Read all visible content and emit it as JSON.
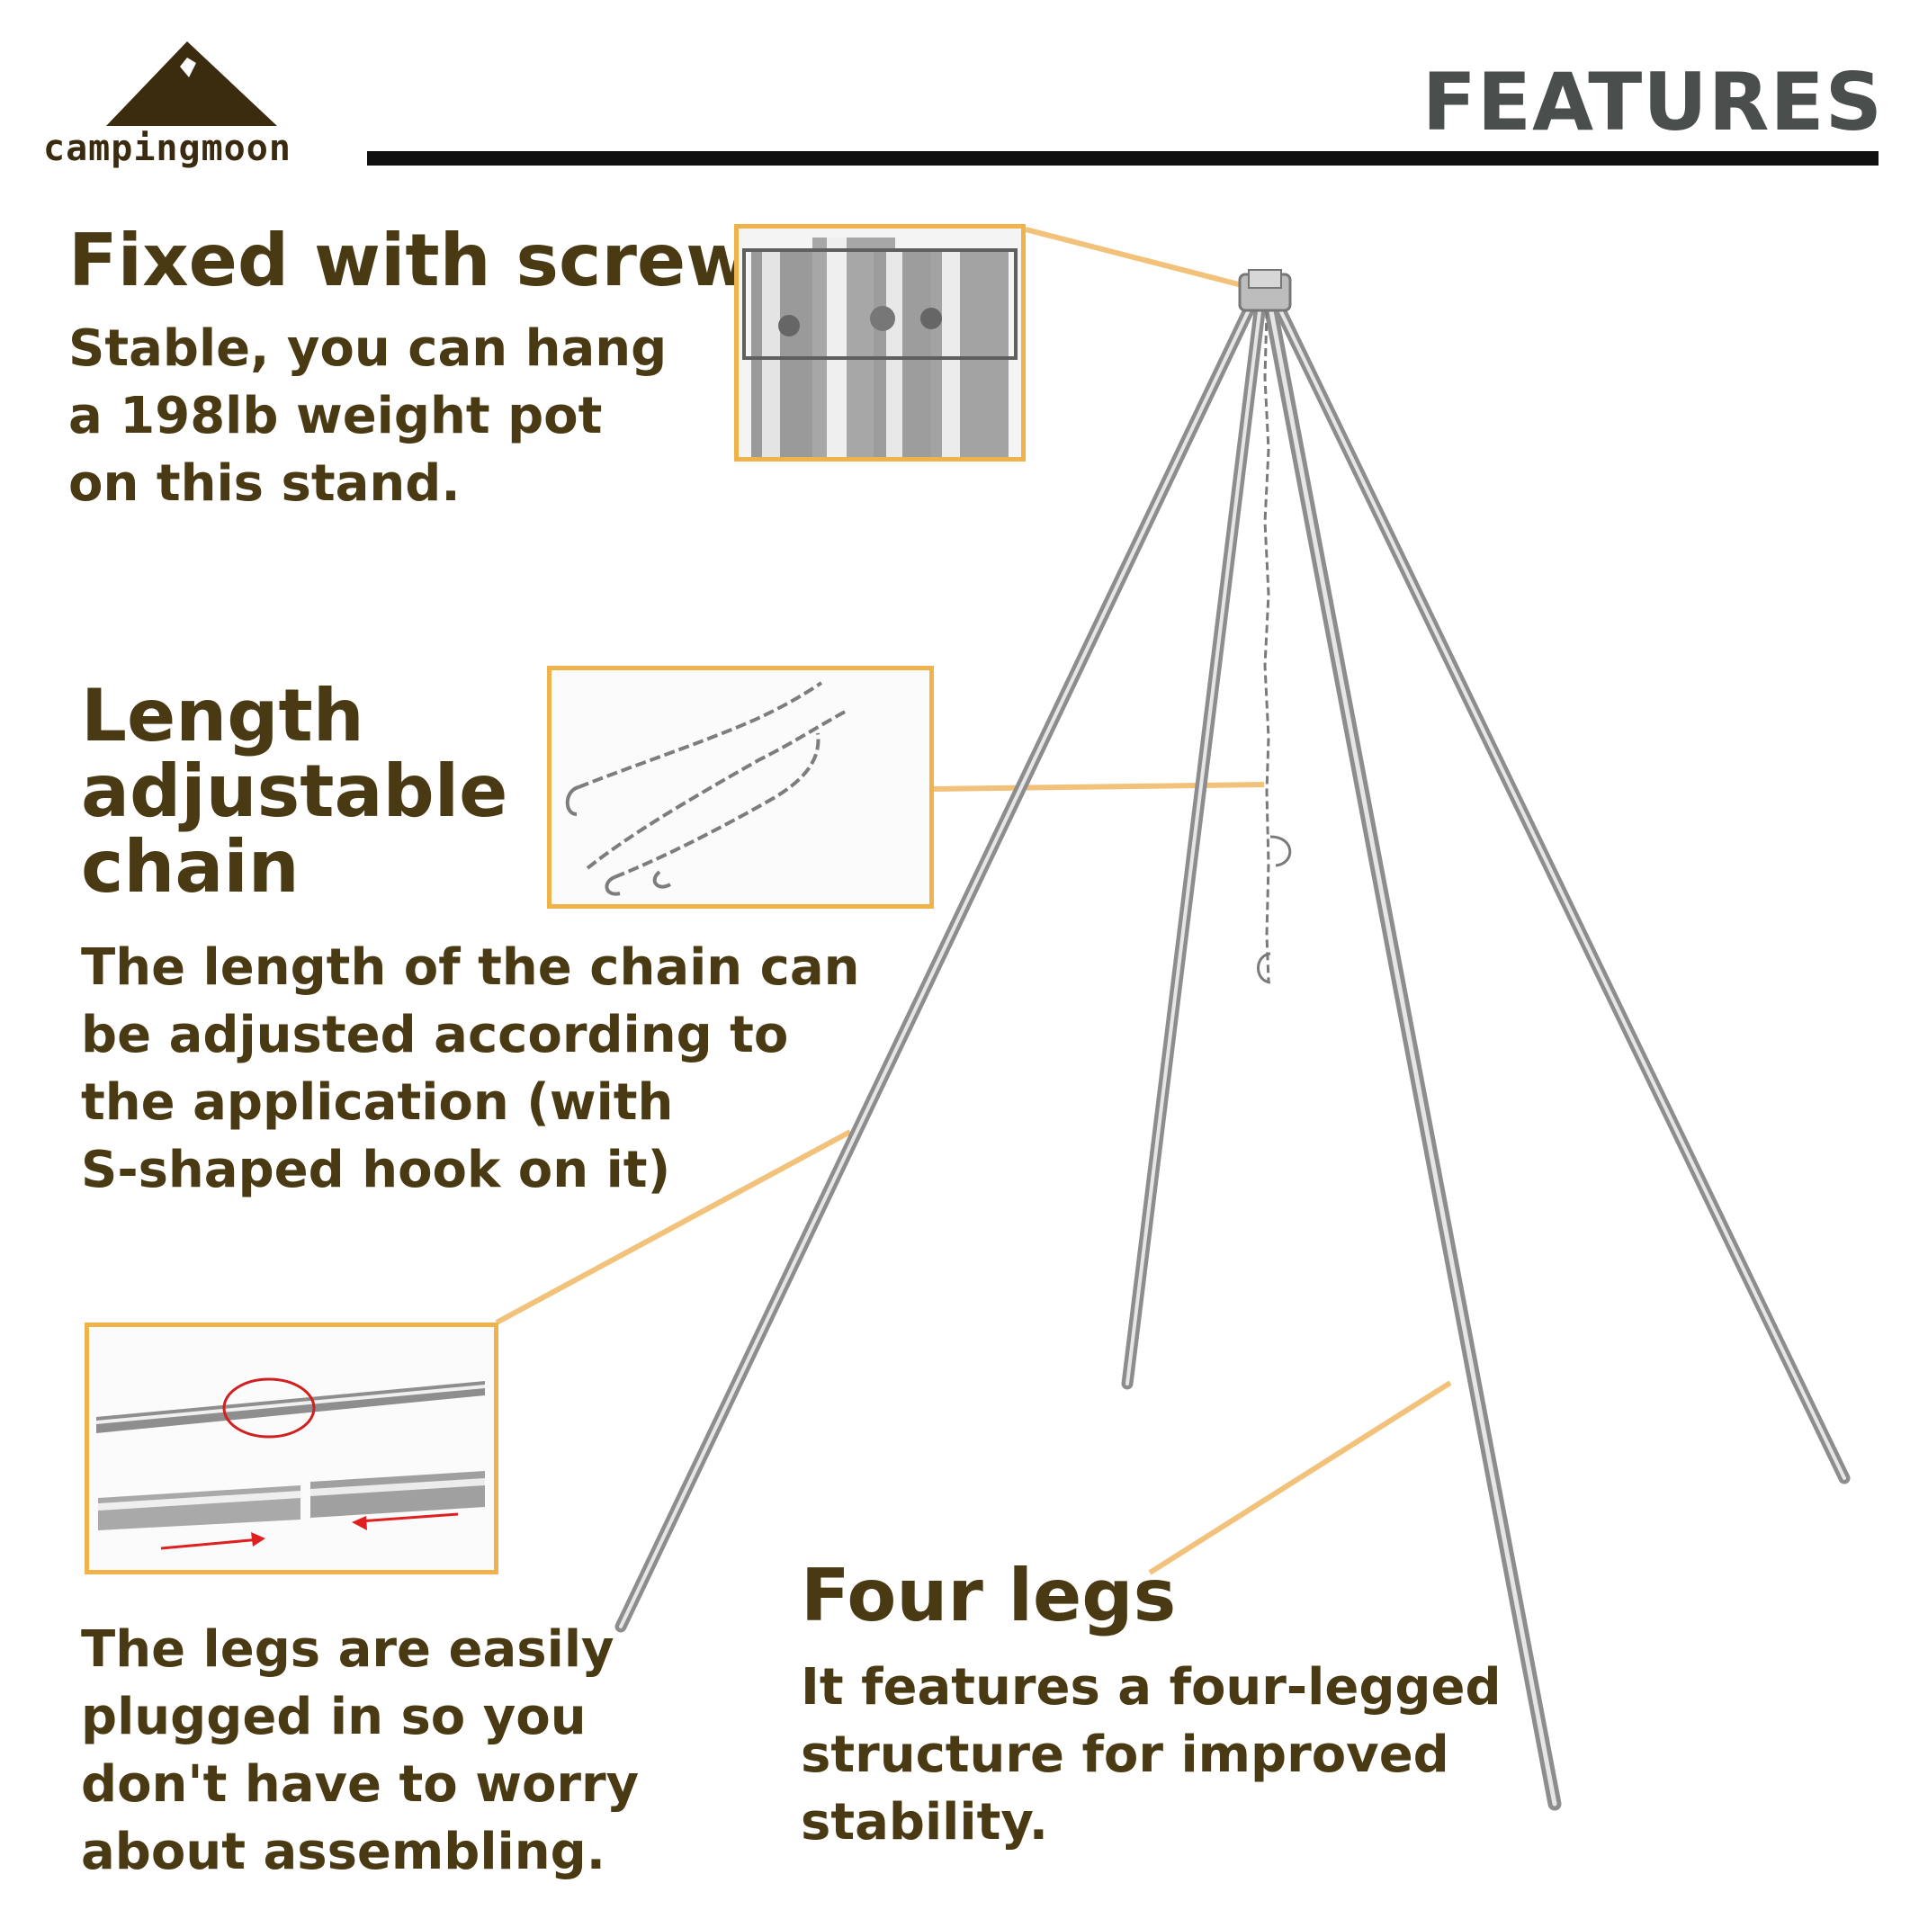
{
  "brand": {
    "name": "campingmoon",
    "logo_icon": "mountain-icon"
  },
  "header": {
    "title": "FEATURES"
  },
  "features": [
    {
      "heading": "Fixed with screws",
      "body": [
        "Stable, you can hang",
        "a 198lb weight pot",
        "on this stand."
      ],
      "photo_icon": "screw-joint-icon"
    },
    {
      "heading": [
        "Length",
        "adjustable",
        "chain"
      ],
      "body": [
        "The length of the chain can",
        "be adjusted according to",
        "the application (with",
        "S-shaped hook on it)"
      ],
      "photo_icon": "chain-icon"
    },
    {
      "heading": "",
      "body": [
        "The legs are easily",
        "plugged in so you",
        "don't have to worry",
        "about assembling."
      ],
      "photo_icon": "leg-joint-icon"
    },
    {
      "heading": "Four legs",
      "body": [
        "It features a four-legged",
        "structure for improved",
        "stability."
      ]
    }
  ],
  "colors": {
    "accent": "#f0b24a",
    "text": "#4a3a14",
    "title": "#4a4e4c",
    "arrow": "#e02020"
  }
}
